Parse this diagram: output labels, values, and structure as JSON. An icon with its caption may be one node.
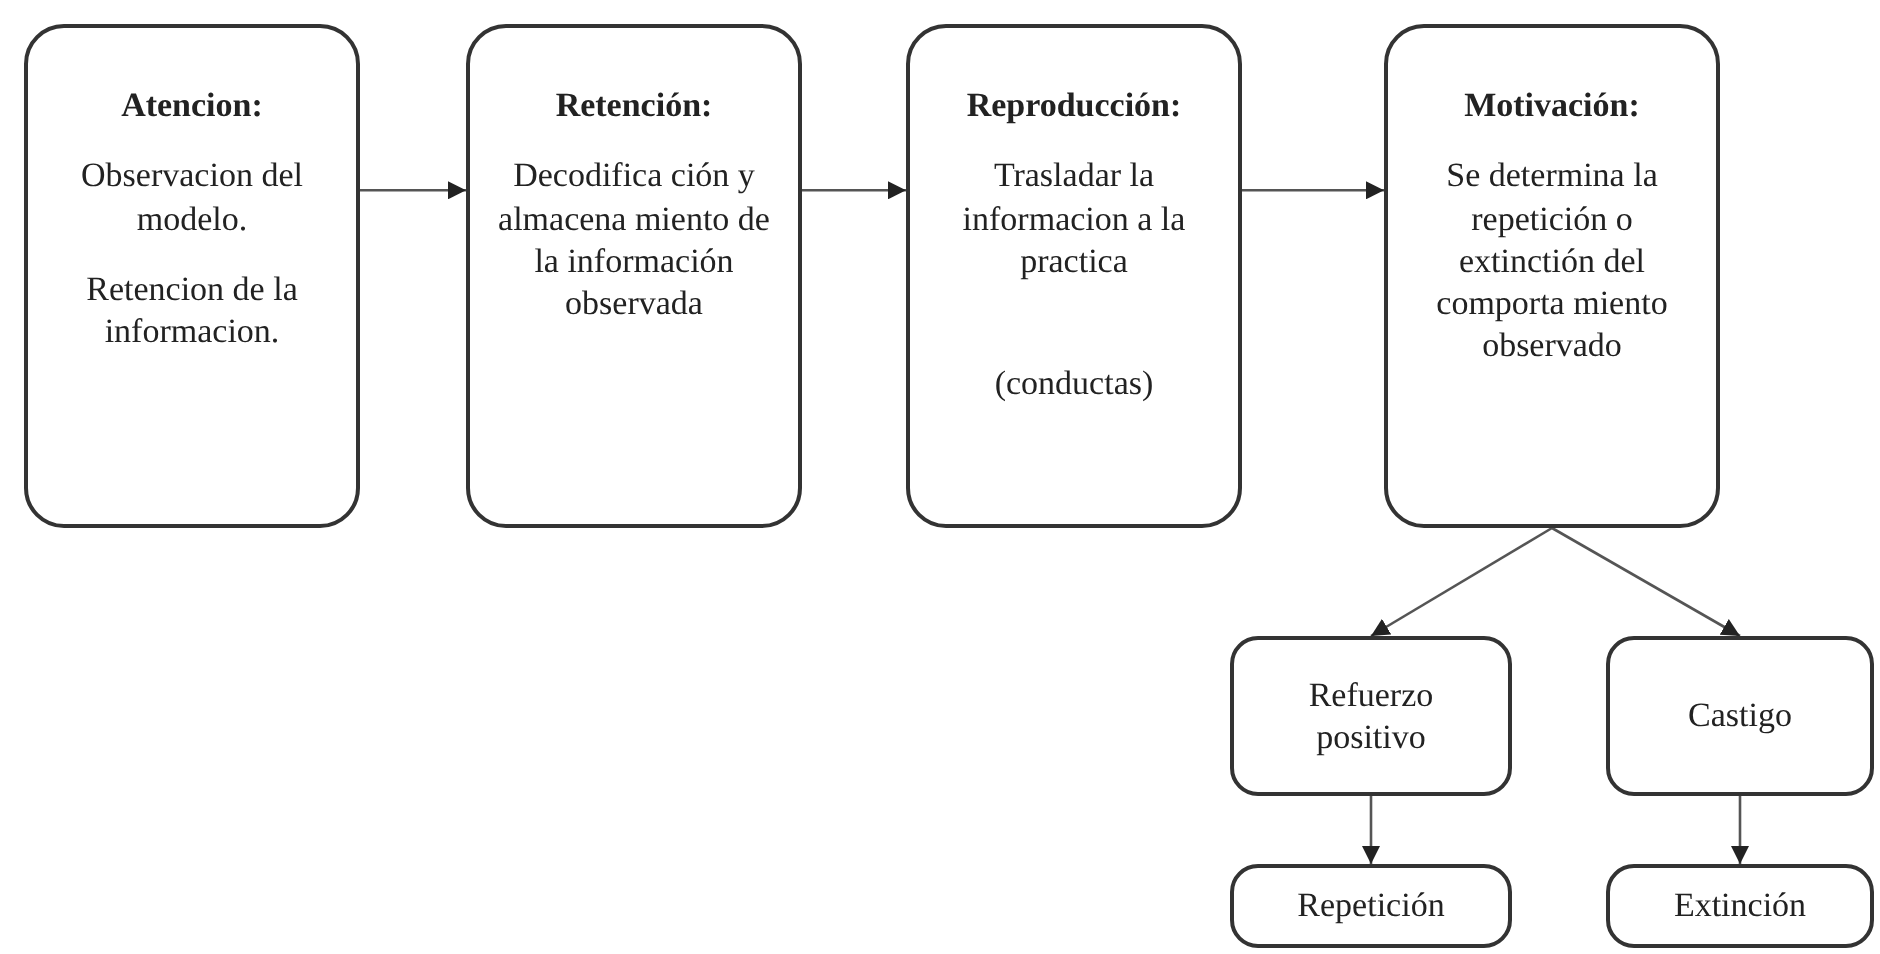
{
  "diagram": {
    "nodes": [
      {
        "text": [
          "Atencion:",
          "Observacion del modelo.",
          "Retencion de la informacion."
        ]
      },
      {
        "text": [
          "Retención:",
          "Decodifica ción y almacena miento de la información observada"
        ]
      },
      {
        "text": [
          "Reproducción:",
          "Trasladar la informacion a la practica",
          "(conductas)"
        ]
      },
      {
        "text": [
          "Motivación:",
          "Se determina la repetición o extinctión del comporta miento observado"
        ]
      },
      {
        "text": [
          "Refuerzo positivo"
        ]
      },
      {
        "text": [
          "Castigo"
        ]
      },
      {
        "text": [
          "Repetición"
        ]
      },
      {
        "text": [
          "Extinción"
        ]
      }
    ],
    "edges": [
      {
        "from": 0,
        "to": 1,
        "arrow": "to"
      },
      {
        "from": 1,
        "to": 2,
        "arrow": "to"
      },
      {
        "from": 2,
        "to": 3,
        "arrow": "to"
      },
      {
        "from": 3,
        "to": 4,
        "arrow": "to"
      },
      {
        "from": 3,
        "to": 5,
        "arrow": "to"
      },
      {
        "from": 4,
        "to": 6,
        "arrow": "to"
      },
      {
        "from": 5,
        "to": 7,
        "arrow": "to"
      }
    ]
  }
}
